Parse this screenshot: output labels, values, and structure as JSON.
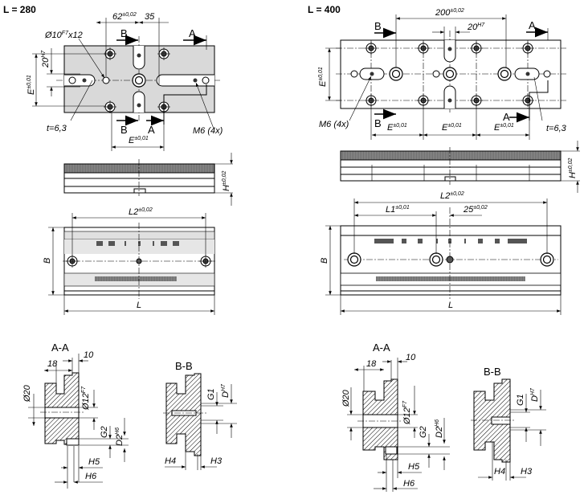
{
  "left": {
    "title": "L = 280",
    "top_view": {
      "dim_62": {
        "base": "62",
        "sup": "±0,02"
      },
      "dim_35": "35",
      "bore_label": {
        "base": "Ø10",
        "sup": "F7",
        "tail": "x12"
      },
      "dim_20": {
        "base": "20",
        "sup": "H7"
      },
      "dim_E_vertical": {
        "base": "E",
        "sup": "±0,01"
      },
      "dim_E_horizontal": {
        "base": "E",
        "sup": "±0,01"
      },
      "thickness": "t=6,3",
      "thread": "M6 (4x)",
      "section_a": "A",
      "section_b": "B"
    },
    "side_view": {
      "dim_H": {
        "base": "H",
        "sup": "±0,02"
      }
    },
    "front_view": {
      "dim_L2": {
        "base": "L2",
        "sup": "±0,02"
      },
      "dim_B": "B",
      "dim_L": "L"
    },
    "section_aa": {
      "title": "A-A",
      "d18": "18",
      "d10": "10",
      "d20": "Ø20",
      "d12": {
        "base": "Ø12",
        "sup": "F7"
      },
      "G2": "G2",
      "D2": {
        "base": "D2",
        "sup": "H6"
      },
      "H5": "H5",
      "H6": "H6"
    },
    "section_bb": {
      "title": "B-B",
      "G1": "G1",
      "D": {
        "base": "D",
        "sup": "H7"
      },
      "H4": "H4",
      "H3": "H3"
    }
  },
  "right": {
    "title": "L = 400",
    "top_view": {
      "dim_200": {
        "base": "200",
        "sup": "±0,02"
      },
      "dim_20": {
        "base": "20",
        "sup": "H7"
      },
      "dim_E_vertical": {
        "base": "E",
        "sup": "±0,01"
      },
      "dim_E_horizontal": {
        "base": "E",
        "sup": "±0,01"
      },
      "thickness": "t=6,3",
      "thread": "M6 (4x)",
      "section_a": "A",
      "section_b": "B"
    },
    "side_view": {
      "dim_H": {
        "base": "H",
        "sup": "±0,02"
      }
    },
    "front_view": {
      "dim_L2": {
        "base": "L2",
        "sup": "±0,02"
      },
      "dim_L1": {
        "base": "L1",
        "sup": "±0,01"
      },
      "dim_25": {
        "base": "25",
        "sup": "±0,02"
      },
      "dim_B": "B",
      "dim_L": "L"
    },
    "section_aa": {
      "title": "A-A",
      "d18": "18",
      "d10": "10",
      "d20": "Ø20",
      "d12": {
        "base": "Ø12",
        "sup": "F7"
      },
      "G2": "G2",
      "D2": {
        "base": "D2",
        "sup": "H6"
      },
      "H5": "H5",
      "H6": "H6"
    },
    "section_bb": {
      "title": "B-B",
      "G1": "G1",
      "D": {
        "base": "D",
        "sup": "H7"
      },
      "H4": "H4",
      "H3": "H3"
    }
  },
  "colors": {
    "plate_left": "#d9d9d9",
    "plate_right": "#ffffff",
    "knurl": "#8a8a8a"
  }
}
